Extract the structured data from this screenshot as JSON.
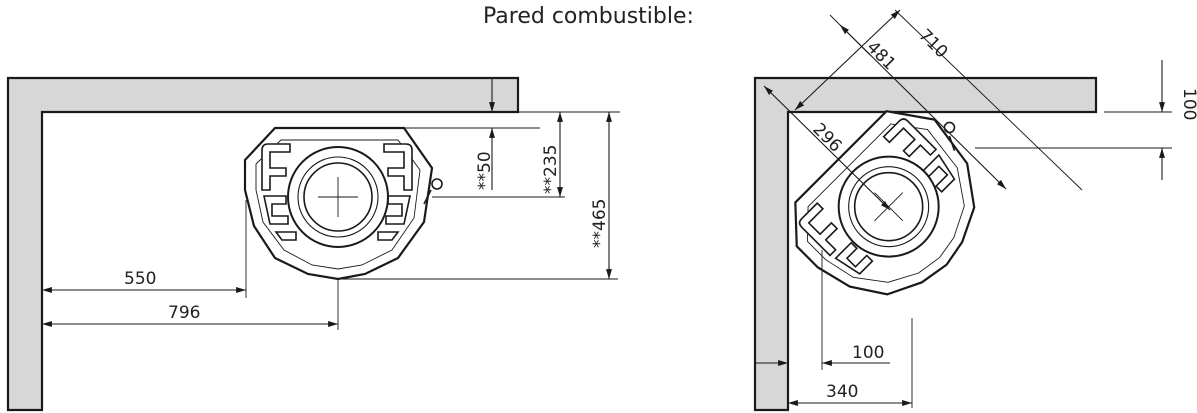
{
  "title": "Pared combustible:",
  "left_view": {
    "dim_top": "**50",
    "dim_center": "**235",
    "dim_bottom": "**465",
    "dim_inner": "550",
    "dim_outer": "796"
  },
  "right_view": {
    "dim_diag_long": "710",
    "dim_diag_mid": "481",
    "dim_diag_short": "296",
    "dim_top_right": "100",
    "dim_bottom_inner": "100",
    "dim_bottom_outer": "340"
  }
}
